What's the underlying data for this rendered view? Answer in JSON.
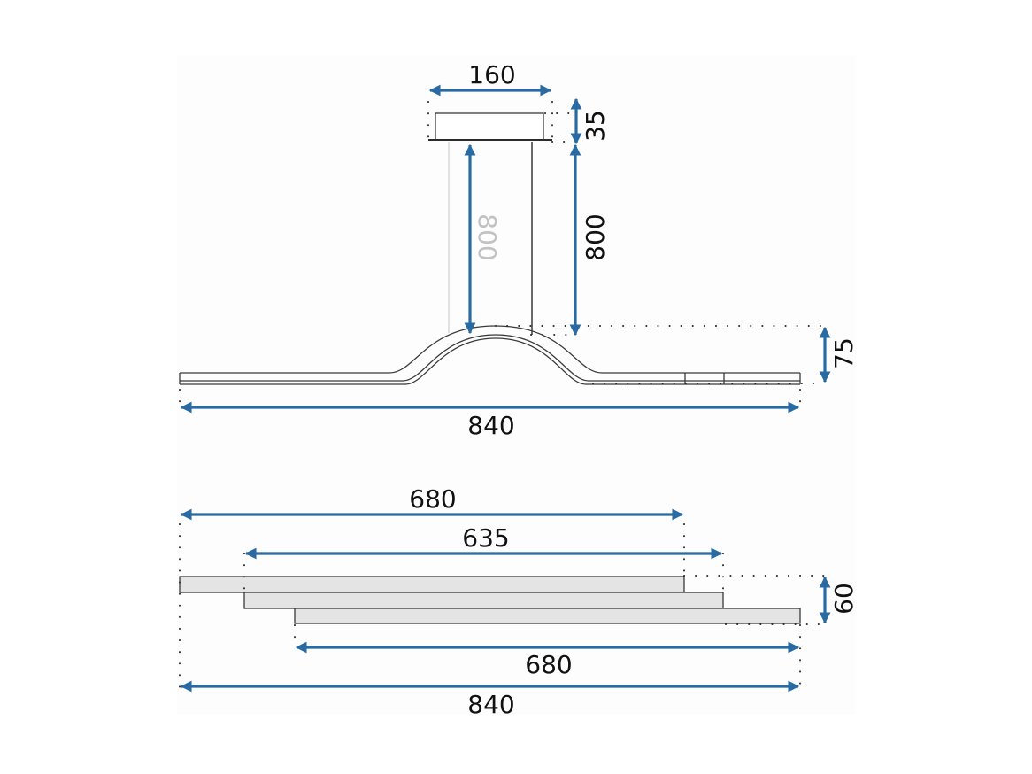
{
  "diagram": {
    "type": "technical-dimension-drawing",
    "units": "mm",
    "colors": {
      "dimension_arrow": "#2a6aa3",
      "outline": "#2b2b2b",
      "ghost_text": "#c2c2c2",
      "bar_fill": "#e4e4e4",
      "panel_bg": "#fdfdfd",
      "text": "#111111"
    }
  },
  "side_view": {
    "canopy_width": "160",
    "canopy_height": "35",
    "cable_length_ghost": "800",
    "cable_length": "800",
    "arch_height": "75",
    "total_length": "840"
  },
  "top_view": {
    "top_bar_length": "680",
    "middle_bar_length": "635",
    "bottom_bar_length": "680",
    "total_height": "60",
    "total_length": "840"
  }
}
